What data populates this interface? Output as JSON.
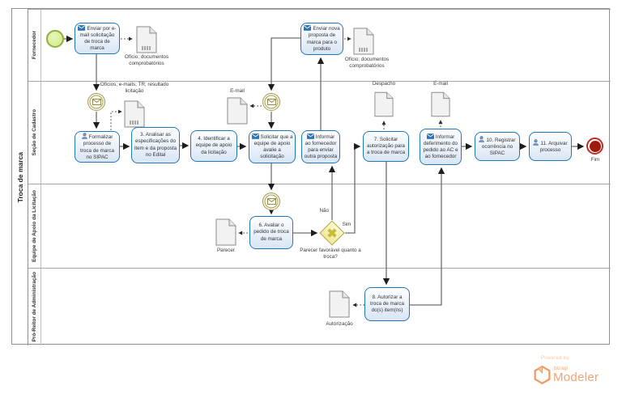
{
  "pool": {
    "title": "Troca de marca"
  },
  "lanes": [
    {
      "label": "Fornecedor"
    },
    {
      "label": "Seção de Cadastro"
    },
    {
      "label": "Equipe de Apoio da Licitação"
    },
    {
      "label": "Pró-Reitor de Administração"
    }
  ],
  "tasks": {
    "enviar_email": {
      "label": "Enviar por e-mail solicitação de troca de marca",
      "icon": "send-envelope"
    },
    "enviar_nova_proposta": {
      "label": "Enviar nova proposta de marca para o produto",
      "icon": "send-envelope"
    },
    "formalizar": {
      "label": "Formalizar processo de troca de marca no SIPAC",
      "icon": "user"
    },
    "analisar": {
      "label": "3. Analisar as especificações do item e da proposta no Edital"
    },
    "identificar": {
      "label": "4. Identificar a equipe de apoio da licitação"
    },
    "solicitar_avaliacao": {
      "label": "Solicitar que a equipe de apoio avalie a solicitação",
      "icon": "send-envelope"
    },
    "informar_fornecedor": {
      "label": "Informar ao fornecedor para enviar outra proposta",
      "icon": "send-envelope"
    },
    "solicitar_autorizacao": {
      "label": "7. Solicitar autorização para a troca de marca"
    },
    "informar_deferimento": {
      "label": "Informar deferimento do pedido ao AC e ao fornecedor",
      "icon": "send-envelope"
    },
    "registrar_ocorrencia": {
      "label": "10. Registrar ocorrência no SIPAC",
      "icon": "user"
    },
    "arquivar": {
      "label": "11. Arquivar processo",
      "icon": "user"
    },
    "avaliar_pedido": {
      "label": "6. Avaliar o pedido de troca de marca"
    },
    "autorizar_troca": {
      "label": "8. Autorizar a troca de marca do(s) item(ns)"
    }
  },
  "documents": {
    "oficio_1": {
      "label": "Ofício; documentos comprobatórios"
    },
    "oficio_2": {
      "label": "Ofício; documentos comprobatórios"
    },
    "oficios_emails": {
      "label": "Ofícios; e-mails; TR; resultado licitação"
    },
    "email_1": {
      "label": "E-mail"
    },
    "email_2": {
      "label": "E-mail"
    },
    "despacho": {
      "label": "Despacho"
    },
    "parecer": {
      "label": "Parecer"
    },
    "autorizacao": {
      "label": "Autorização"
    }
  },
  "gateway": {
    "question": "Parecer favorável quanto a troca?",
    "yes_label": "Sim",
    "no_label": "Não"
  },
  "events": {
    "end": {
      "label": "Fim"
    }
  },
  "branding": {
    "powered_by": "Powered by",
    "brand": "bizagi",
    "product": "Modeler"
  },
  "colors": {
    "task_border": "#2277b8",
    "task_fill": "#e7eff9",
    "start_fill": "#d4ec8d",
    "start_border": "#8fae3d",
    "end_red": "#bf2d1f",
    "message_event": "#a59c55",
    "gateway_fill": "#f4eda0",
    "gateway_border": "#a9a23e",
    "flow": "#6e6e6e",
    "logo_orange": "#f2a473"
  }
}
